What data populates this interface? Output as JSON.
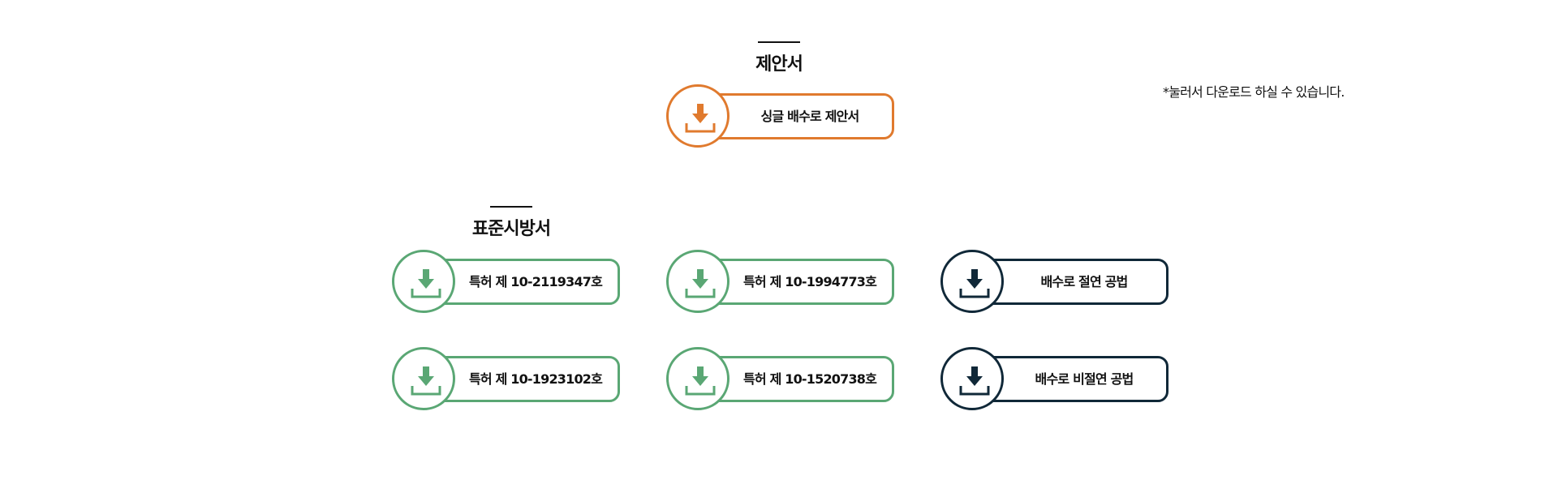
{
  "proposal": {
    "title": "제안서",
    "note": "*눌러서 다운로드 하실 수 있습니다.",
    "items": [
      {
        "label": "싱글 배수로 제안서",
        "color": "#e07a2e"
      }
    ]
  },
  "spec": {
    "title": "표준시방서",
    "items": [
      {
        "label": "특허 제 10-2119347호",
        "color": "#5aa774"
      },
      {
        "label": "특허 제 10-1994773호",
        "color": "#5aa774"
      },
      {
        "label": "배수로 절연 공법",
        "color": "#102838"
      },
      {
        "label": "특허 제 10-1923102호",
        "color": "#5aa774"
      },
      {
        "label": "특허 제 10-1520738호",
        "color": "#5aa774"
      },
      {
        "label": "배수로 비절연 공법",
        "color": "#102838"
      }
    ]
  },
  "icons": {
    "download": "download-icon"
  }
}
